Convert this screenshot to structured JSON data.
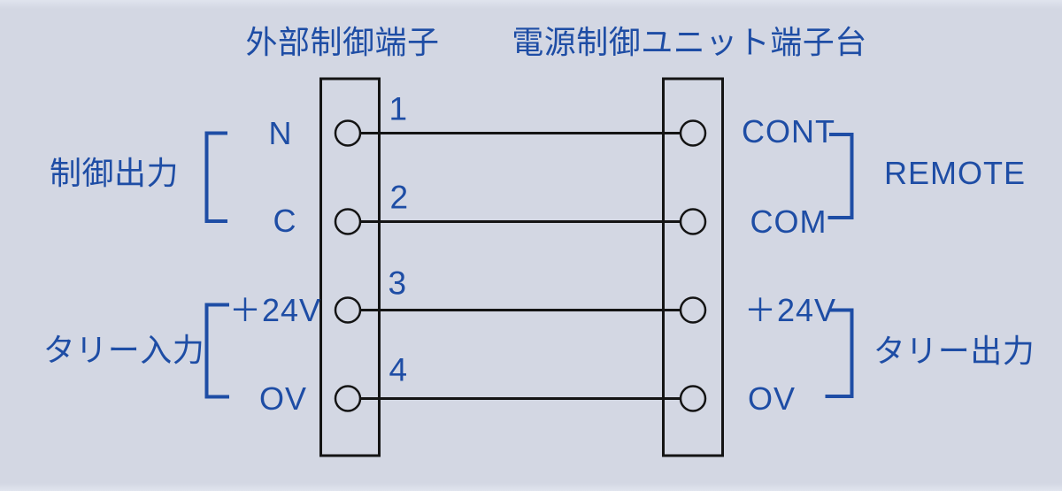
{
  "colors": {
    "background": "#d3d7e3",
    "diagram_text_blue": "#1e4da5",
    "line_black": "#141414"
  },
  "headers": {
    "left": "外部制御端子",
    "right": "電源制御ユニット端子台"
  },
  "left_terminal": {
    "groups": [
      {
        "label": "制御出力",
        "pins": [
          "N",
          "C"
        ]
      },
      {
        "label": "タリー入力",
        "pins": [
          "＋24V",
          "OV"
        ]
      }
    ]
  },
  "right_terminal": {
    "groups": [
      {
        "label": "REMOTE",
        "pins": [
          "CONT",
          "COM"
        ]
      },
      {
        "label": "タリー出力",
        "pins": [
          "＋24V",
          "OV"
        ]
      }
    ]
  },
  "wire_numbers": [
    "1",
    "2",
    "3",
    "4"
  ]
}
